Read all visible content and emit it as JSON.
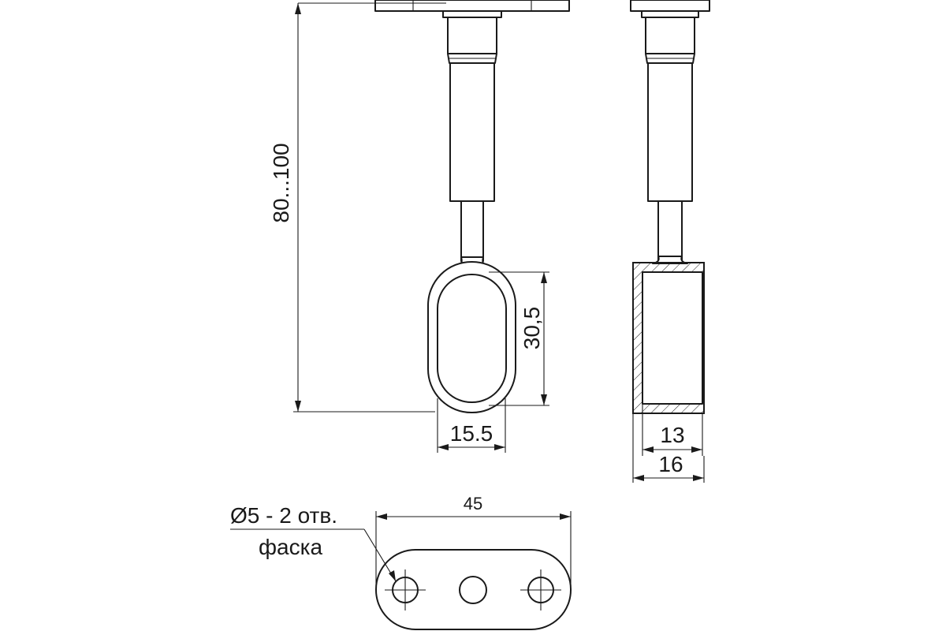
{
  "dimensions": {
    "total_height": "80...100",
    "oval_height": "30,5",
    "oval_width": "15.5",
    "inner_width": "13",
    "outer_width": "16",
    "plate_length": "45"
  },
  "notes": {
    "holes": "Ø5 - 2 отв.",
    "chamfer": "фаска"
  },
  "colors": {
    "line": "#1a1a1a",
    "background": "#ffffff"
  }
}
